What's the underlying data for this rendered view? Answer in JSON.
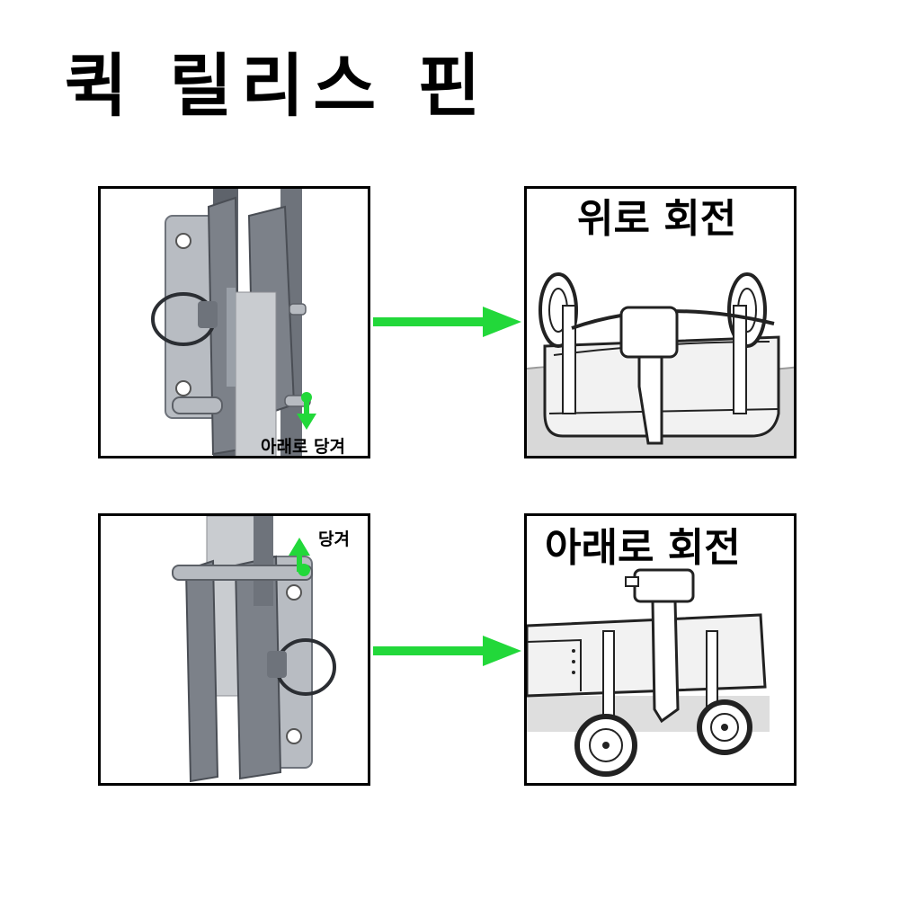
{
  "title": "퀵 릴리스 핀",
  "panels": {
    "top_left": {
      "label": "아래로 당겨"
    },
    "top_right": {
      "label": "위로 회전"
    },
    "bottom_left": {
      "label": "당겨"
    },
    "bottom_right": {
      "label": "아래로 회전"
    }
  },
  "colors": {
    "arrow": "#22d83a",
    "border": "#000000",
    "metal": "#8e929a"
  }
}
